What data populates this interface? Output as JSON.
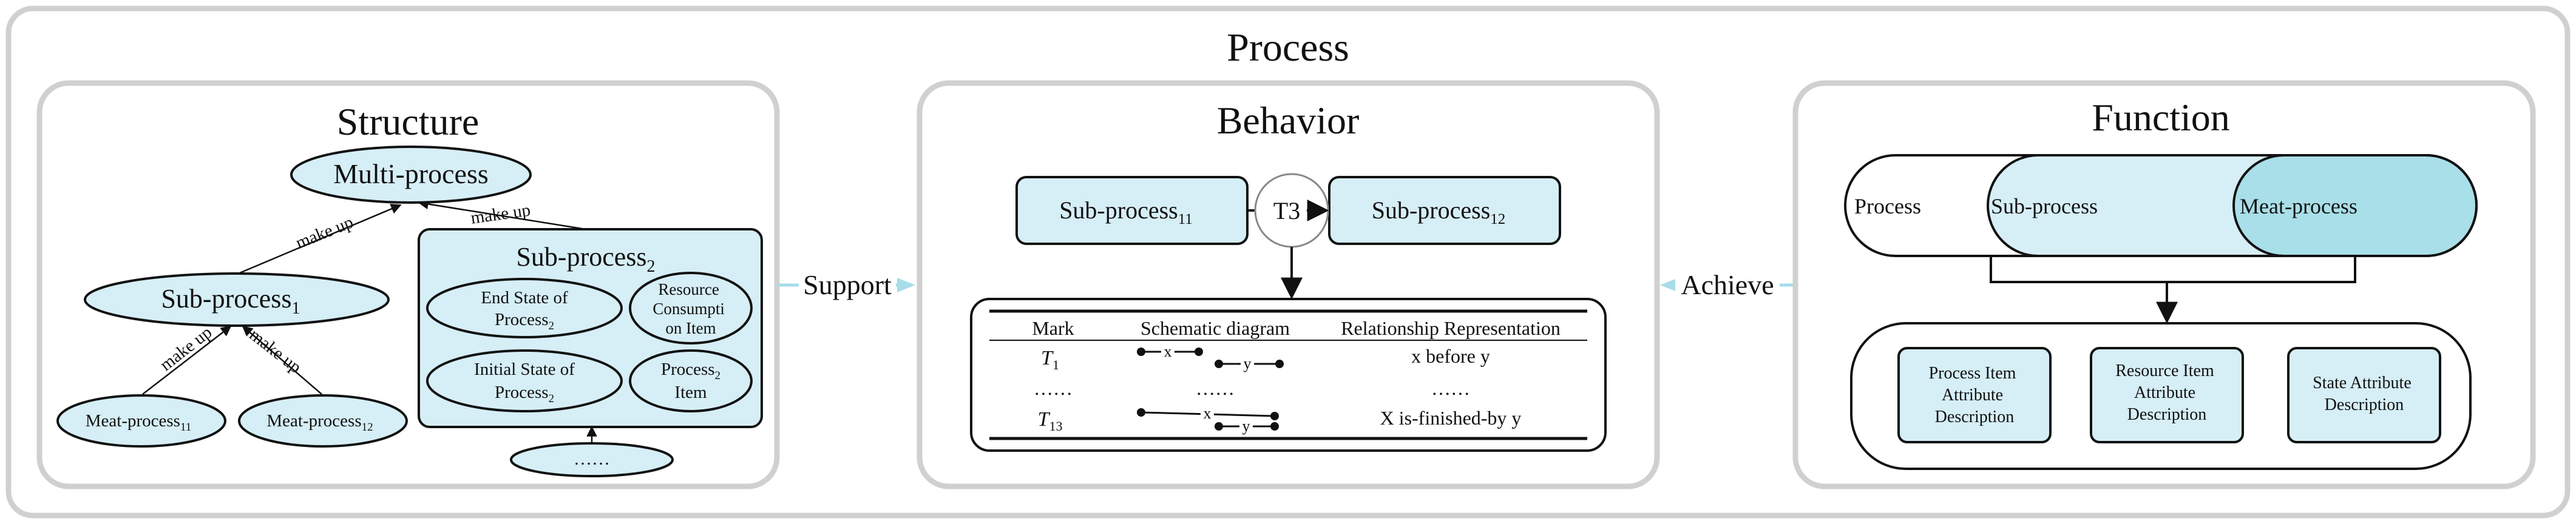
{
  "title": "Process",
  "structure": {
    "title": "Structure",
    "multi_process": "Multi-process",
    "sub_process_1": {
      "base": "Sub-process",
      "sub": "1"
    },
    "sub_process_2": {
      "base": "Sub-process",
      "sub": "2"
    },
    "meat_11": {
      "base": "Meat-process",
      "sub": "11"
    },
    "meat_12": {
      "base": "Meat-process",
      "sub": "12"
    },
    "end_state": {
      "line1": "End State of",
      "line2_base": "Process",
      "line2_sub": "2"
    },
    "resource_item": {
      "line1": "Resource",
      "line2": "Consumpti",
      "line3": "on Item"
    },
    "initial_state": {
      "line1": "Initial State of",
      "line2_base": "Process",
      "line2_sub": "2"
    },
    "process2_item": {
      "line1_base": "Process",
      "line1_sub": "2",
      "line2": "Item"
    },
    "ellipsis": "……",
    "edge_label": "make up"
  },
  "support_label": "Support",
  "achieve_label": "Achieve",
  "behavior": {
    "title": "Behavior",
    "sub_process_11": {
      "base": "Sub-process",
      "sub": "11"
    },
    "sub_process_12": {
      "base": "Sub-process",
      "sub": "12"
    },
    "transition": "T3",
    "table": {
      "headers": [
        "Mark",
        "Schematic diagram",
        "Relationship Representation"
      ],
      "row1": {
        "mark_base": "T",
        "mark_sub": "1",
        "relation": "x before y"
      },
      "row2": {
        "mark": "……",
        "diagram": "……",
        "relation": "……"
      },
      "row3": {
        "mark_base": "T",
        "mark_sub": "13",
        "relation": "X is-finished-by y"
      },
      "x_label": "x",
      "y_label": "y"
    }
  },
  "function": {
    "title": "Function",
    "process": "Process",
    "sub_process": "Sub-process",
    "meat_process": "Meat-process",
    "attr_process": [
      "Process Item",
      "Attribute",
      "Description"
    ],
    "attr_resource": [
      "Resource Item",
      "Attribute",
      "Description"
    ],
    "attr_state": [
      "State Attribute",
      "Description"
    ]
  },
  "colors": {
    "fill_light_blue": "#d6eef6",
    "fill_mid_blue": "#a9dfe8",
    "arrow_blue": "#a6dde9",
    "panel_border": "#d0d0d0"
  }
}
